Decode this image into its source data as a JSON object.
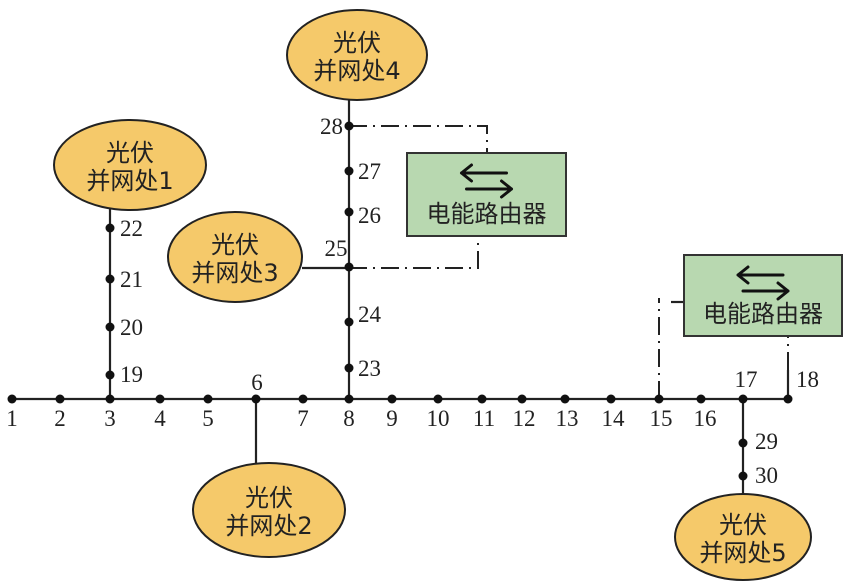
{
  "colors": {
    "pv": "#f5c96a",
    "router": "#b8d8b0",
    "line": "#222222"
  },
  "nodes": [
    "1",
    "2",
    "3",
    "4",
    "5",
    "6",
    "7",
    "8",
    "9",
    "10",
    "11",
    "12",
    "13",
    "14",
    "15",
    "16",
    "17",
    "18",
    "19",
    "20",
    "21",
    "22",
    "23",
    "24",
    "25",
    "26",
    "27",
    "28",
    "29",
    "30"
  ],
  "pv_sites": [
    {
      "line1": "光伏",
      "line2": "并网处1"
    },
    {
      "line1": "光伏",
      "line2": "并网处2"
    },
    {
      "line1": "光伏",
      "line2": "并网处3"
    },
    {
      "line1": "光伏",
      "line2": "并网处4"
    },
    {
      "line1": "光伏",
      "line2": "并网处5"
    }
  ],
  "routers": [
    {
      "label": "电能路由器",
      "icon": "bidirectional-arrows-icon"
    },
    {
      "label": "电能路由器",
      "icon": "bidirectional-arrows-icon"
    }
  ]
}
